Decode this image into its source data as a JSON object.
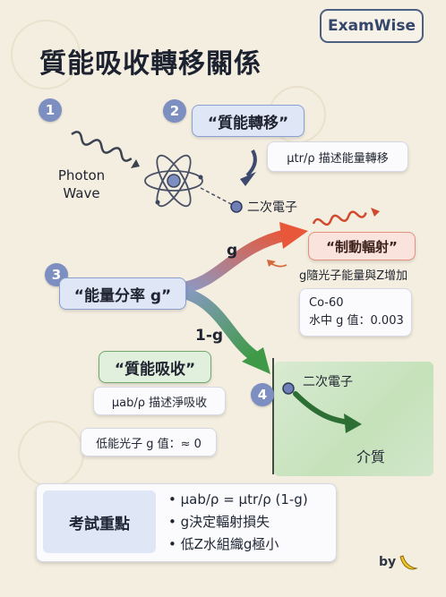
{
  "brand": "ExamWise",
  "title": "質能吸收轉移關係",
  "steps": [
    "1",
    "2",
    "3",
    "4"
  ],
  "photon_label": "Photon\nWave",
  "energy_transfer": {
    "title": "“質能轉移”",
    "desc": "μtr/ρ 描述能量轉移"
  },
  "secondary_electron_1": "二次電子",
  "bremsstrahlung": {
    "title": "“制動輻射”",
    "note": "g隨光子能量與Z增加"
  },
  "g_label": "g",
  "one_minus_g_label": "1-g",
  "co60": {
    "line1": "Co-60",
    "line2": "水中 g 值：0.003"
  },
  "fraction": "“能量分率 g”",
  "energy_absorption": {
    "title": "“質能吸收”",
    "desc": "μab/ρ 描述淨吸收"
  },
  "low_energy": "低能光子 g 值：≈ 0",
  "secondary_electron_2": "二次電子",
  "medium": "介質",
  "exam": {
    "label": "考試重點",
    "points": [
      "μab/ρ = μtr/ρ (1-g)",
      "g決定輻射損失",
      "低Z水組織g極小"
    ]
  },
  "credit": "by",
  "colors": {
    "accent_blue": "#7d8fc0",
    "red": "#e8573a",
    "green": "#3f9a47"
  }
}
